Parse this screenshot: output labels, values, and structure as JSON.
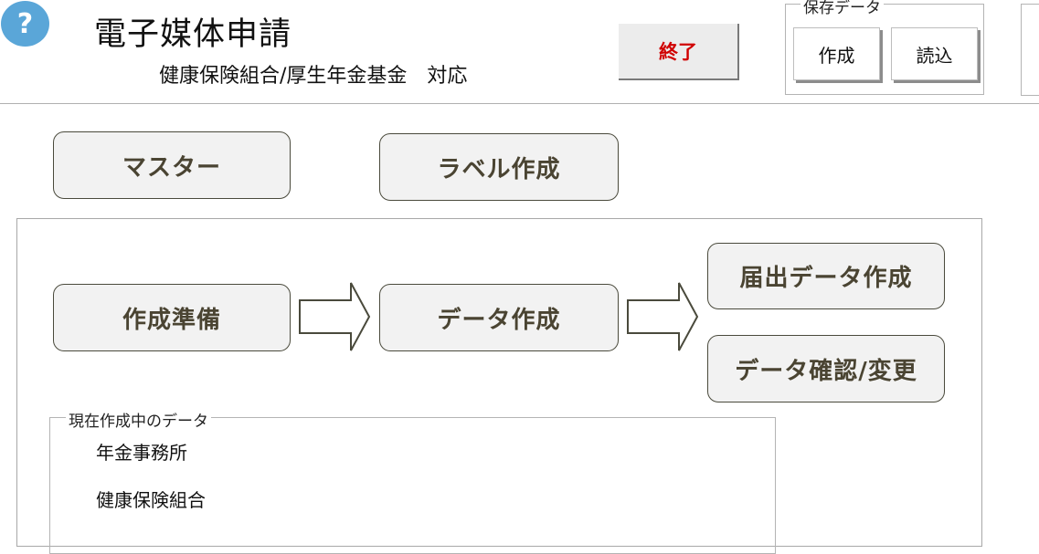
{
  "header": {
    "help_glyph": "?",
    "title": "電子媒体申請",
    "subtitle": "健康保険組合/厚生年金基金　対応",
    "exit_label": "終了",
    "exit_color": "#d00000"
  },
  "save_data": {
    "group_label": "保存データ",
    "create_label": "作成",
    "load_label": "読込"
  },
  "main_buttons": {
    "master": "マスター",
    "label_create": "ラベル作成"
  },
  "workflow": {
    "prep": "作成準備",
    "data_create": "データ作成",
    "filing_create": "届出データ作成",
    "data_confirm": "データ確認/変更",
    "arrow_icon": "right-arrow-icon"
  },
  "current_data": {
    "group_label": "現在作成中のデータ",
    "items": [
      "年金事務所",
      "健康保険組合"
    ]
  },
  "colors": {
    "help_icon": "#5aa6d8",
    "button_text": "#4a4432",
    "button_fill": "#f2f2f2"
  }
}
